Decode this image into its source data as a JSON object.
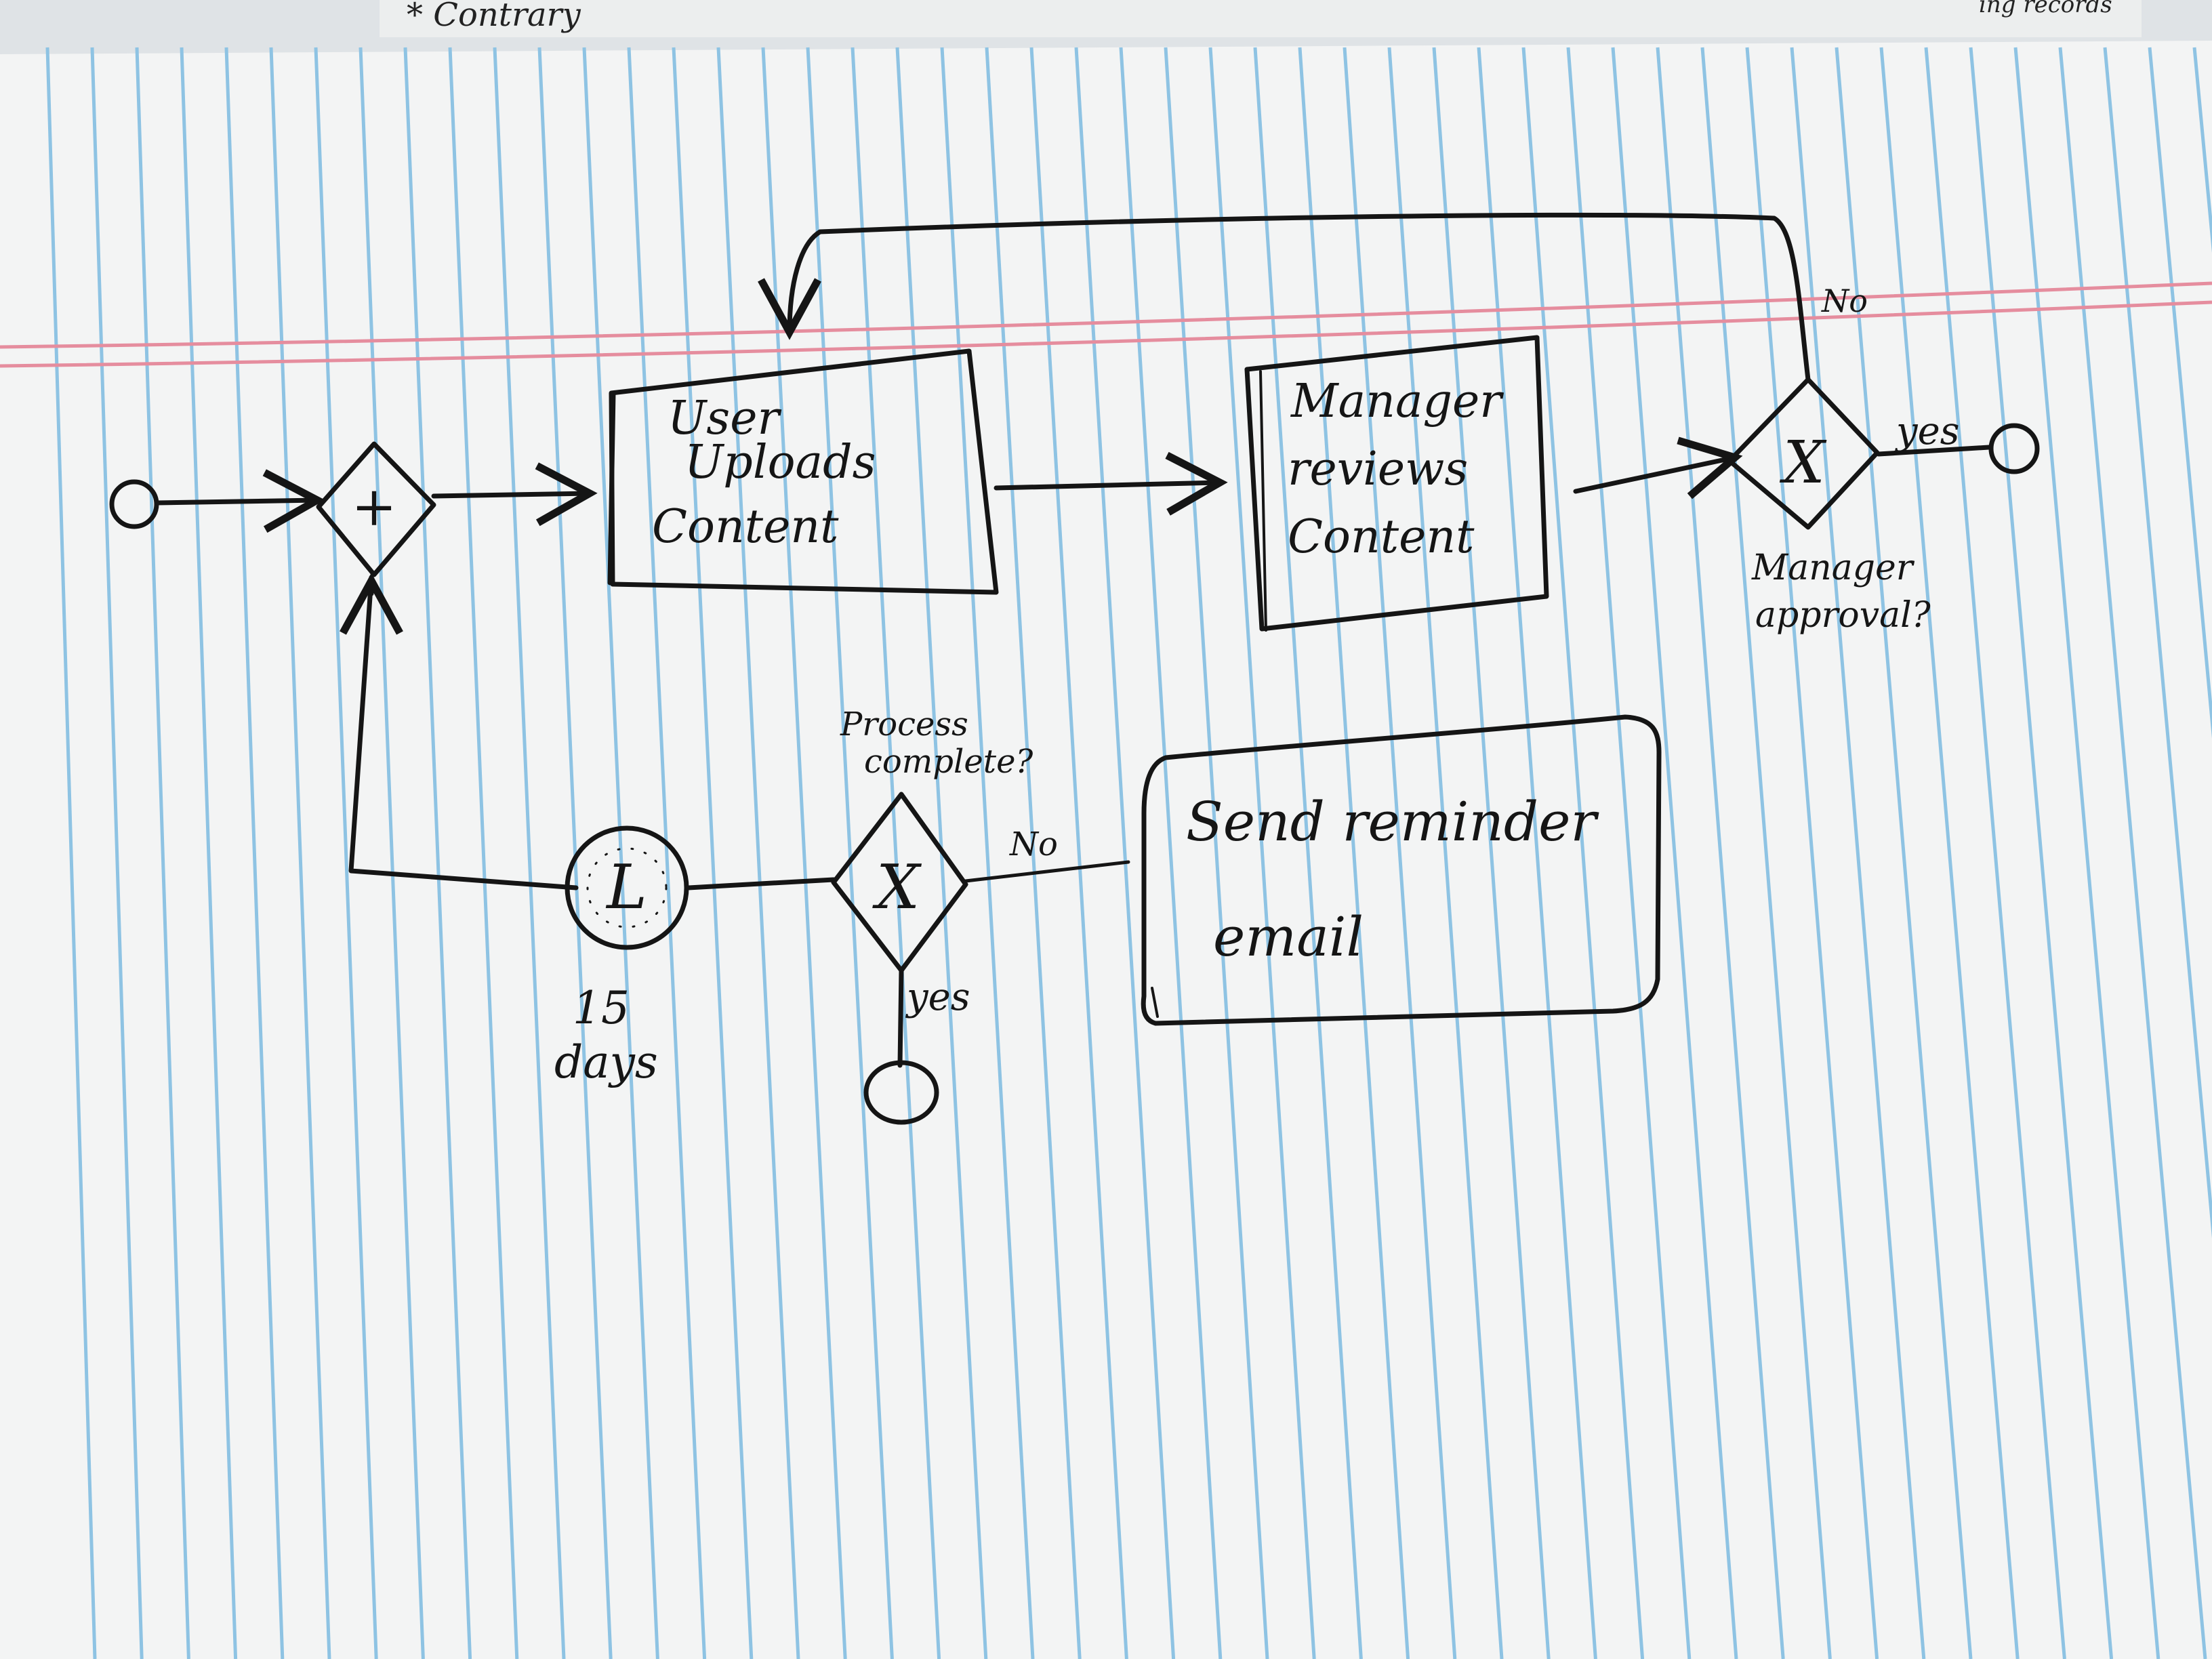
{
  "background_note": {
    "top_left_text": "* Contrary",
    "top_right_text": "ing records"
  },
  "diagram": {
    "task_upload": {
      "lines": [
        "User",
        "Uploads",
        "Content"
      ]
    },
    "task_review": {
      "lines": [
        "Manager",
        "reviews",
        "Content"
      ]
    },
    "task_reminder": {
      "lines": [
        "Send reminder",
        "email"
      ]
    },
    "gateway_parallel": {
      "symbol": "+"
    },
    "gateway_approval": {
      "symbol": "X",
      "lines": [
        "Manager",
        "approval?"
      ]
    },
    "gateway_complete": {
      "symbol": "X",
      "lines": [
        "Process",
        "complete?"
      ]
    },
    "timer": {
      "symbol": "L",
      "lines": [
        "15",
        "days"
      ]
    },
    "labels": {
      "approval_yes": "yes",
      "approval_no": "No",
      "complete_no": "No",
      "complete_yes": "yes"
    }
  },
  "colors": {
    "paper": "#f3f4f4",
    "blue_rule": "#8ec3e3",
    "red_rule": "#e58d9e",
    "ink": "#151515"
  }
}
